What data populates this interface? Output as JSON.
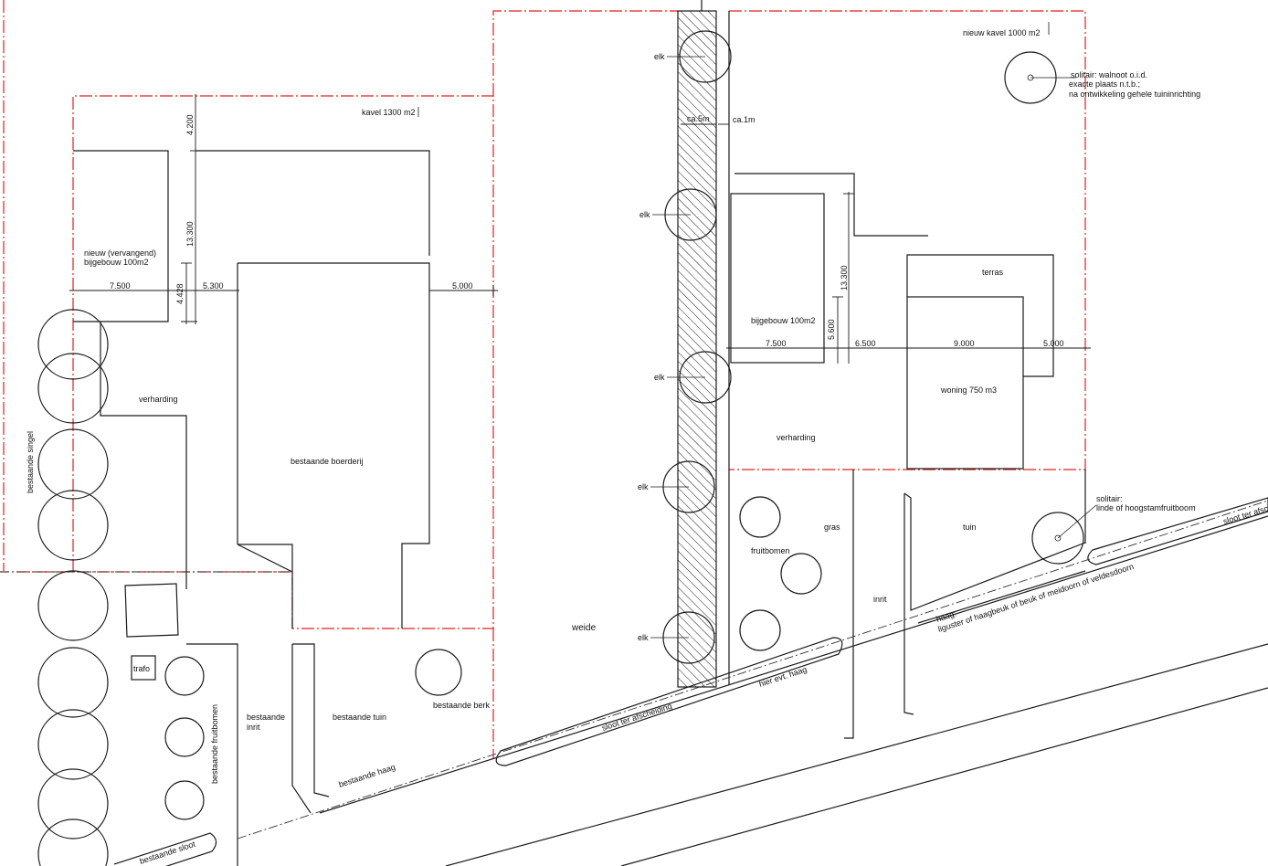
{
  "labels": {
    "kavel_1300": "kavel 1300 m2",
    "nieuw_kavel_1000": "nieuw kavel 1000 m2",
    "solitair_walnoot_1": "solitair: walnoot o.i.d.",
    "solitair_walnoot_2": "exacte plaats n.t.b.;",
    "solitair_walnoot_3": "na ontwikkeling gehele tuininrichting",
    "nieuw_bijgebouw_1": "nieuw (vervangend)",
    "nieuw_bijgebouw_2": "bijgebouw 100m2",
    "bijgebouw_100": "bijgebouw 100m2",
    "terras": "terras",
    "woning": "woning 750 m3",
    "verharding_left": "verharding",
    "verharding_right": "verharding",
    "bestaande_boerderij": "bestaande boerderij",
    "bestaande_singel": "bestaande singel",
    "trafo": "trafo",
    "bestaande_fruitbomen": "bestaande fruitbomen",
    "bestaande_inrit_1": "bestaande",
    "bestaande_inrit_2": "inrit",
    "bestaande_tuin": "bestaande tuin",
    "bestaande_berk": "bestaande berk",
    "weide": "weide",
    "gras": "gras",
    "fruitbomen": "fruitbomen",
    "inrit": "inrit",
    "tuin": "tuin",
    "solitair_linde_1": "solitair:",
    "solitair_linde_2": "linde of hoogstamfruitboom",
    "haag_1": "haag:",
    "haag_2": "liguster of haagbeuk of beuk of meidoorn of veldesdoorn",
    "hier_evt_haag": "hier evt. haag",
    "sloot_afscheiding": "sloot ter afscheiding",
    "sloot_ter_afsch": "sloot ter afsch",
    "bestaande_haag": "bestaande haag",
    "bestaande_sloot": "bestaande sloot",
    "ca_5m": "ca.5m",
    "ca_1m": "ca.1m",
    "elk_1": "elk",
    "elk_2": "elk",
    "elk_3": "elk",
    "elk_4": "elk",
    "elk_5": "elk"
  },
  "dimensions": {
    "d_4200": "4.200",
    "d_13300_left": "13.300",
    "d_7500_left": "7.500",
    "d_4428": "4.428",
    "d_5300": "5.300",
    "d_5000_top": "5.000",
    "d_13300_right": "13.300",
    "d_5600": "5.600",
    "d_7500_right": "7.500",
    "d_6500": "6.500",
    "d_9000": "9.000",
    "d_5000_right": "5.000"
  },
  "colors": {
    "plot_boundary": "#e02020",
    "line": "#1a1a1a",
    "background": "#ffffff"
  }
}
